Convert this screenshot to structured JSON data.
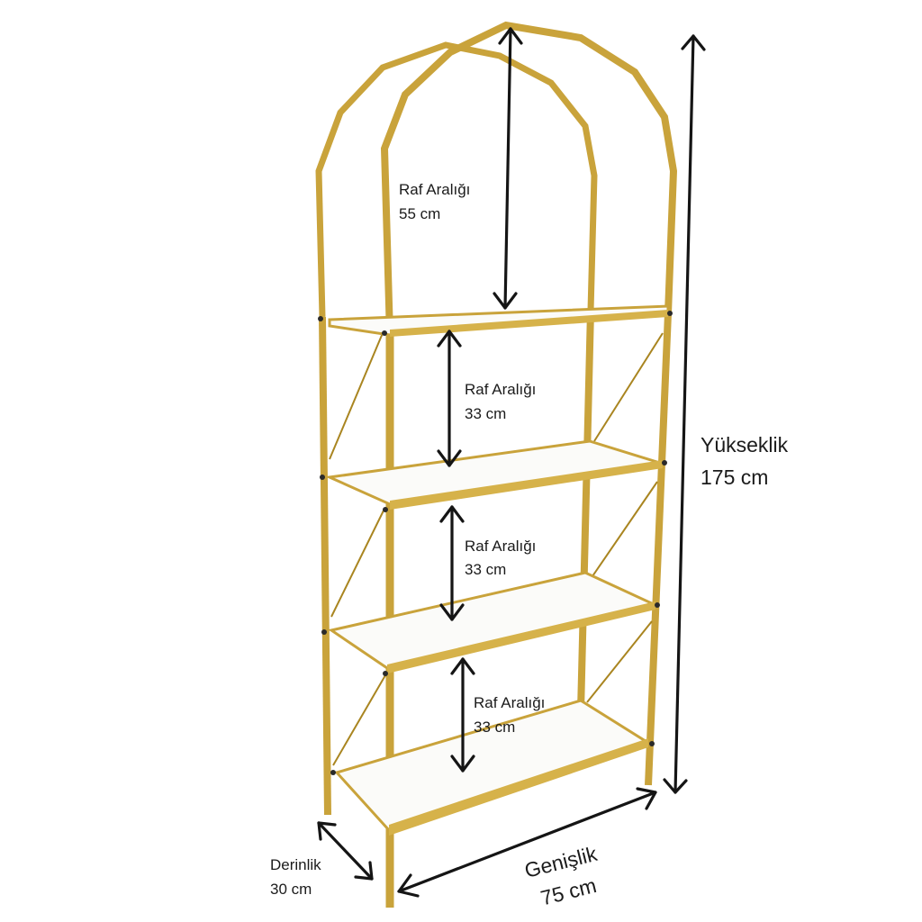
{
  "colors": {
    "frame": "#c9a33b",
    "frame_shadow": "#a98520",
    "shelf": "#fbfbf9",
    "arrow": "#151515",
    "text": "#1b1b1b"
  },
  "labels": {
    "gap_top": {
      "title": "Raf Aralığı",
      "value": "55 cm"
    },
    "gap_2": {
      "title": "Raf Aralığı",
      "value": "33 cm"
    },
    "gap_3": {
      "title": "Raf Aralığı",
      "value": "33 cm"
    },
    "gap_4": {
      "title": "Raf Aralığı",
      "value": "33 cm"
    },
    "height": {
      "title": "Yükseklik",
      "value": "175 cm"
    },
    "width": {
      "title": "Genişlik",
      "value": "75 cm"
    },
    "depth": {
      "title": "Derinlik",
      "value": "30 cm"
    }
  }
}
